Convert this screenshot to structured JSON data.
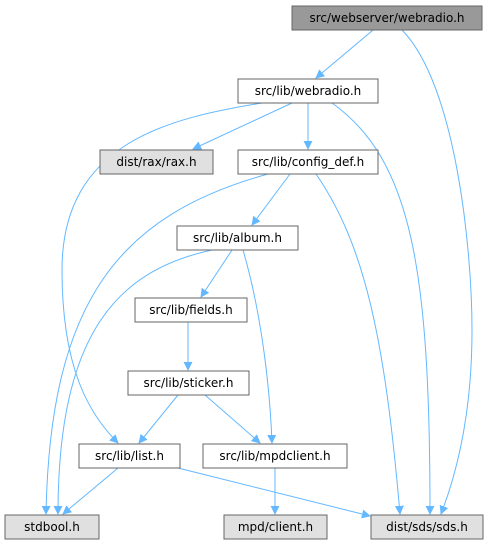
{
  "diagram": {
    "type": "include-dependency-graph",
    "colors": {
      "root_fill": "#999999",
      "internal_fill": "#ffffff",
      "external_fill": "#e0e0e0",
      "border": "#666666",
      "edge": "#63b8ff"
    },
    "nodes": [
      {
        "id": "webserver_webradio",
        "label": "src/webserver/webradio.h",
        "kind": "root"
      },
      {
        "id": "lib_webradio",
        "label": "src/lib/webradio.h",
        "kind": "internal"
      },
      {
        "id": "rax",
        "label": "dist/rax/rax.h",
        "kind": "external"
      },
      {
        "id": "config_def",
        "label": "src/lib/config_def.h",
        "kind": "internal"
      },
      {
        "id": "album",
        "label": "src/lib/album.h",
        "kind": "internal"
      },
      {
        "id": "fields",
        "label": "src/lib/fields.h",
        "kind": "internal"
      },
      {
        "id": "sticker",
        "label": "src/lib/sticker.h",
        "kind": "internal"
      },
      {
        "id": "list",
        "label": "src/lib/list.h",
        "kind": "internal"
      },
      {
        "id": "mpdclient",
        "label": "src/lib/mpdclient.h",
        "kind": "internal"
      },
      {
        "id": "stdbool",
        "label": "stdbool.h",
        "kind": "external"
      },
      {
        "id": "mpd_client",
        "label": "mpd/client.h",
        "kind": "external"
      },
      {
        "id": "sds",
        "label": "dist/sds/sds.h",
        "kind": "external"
      }
    ],
    "edges": [
      {
        "from": "webserver_webradio",
        "to": "lib_webradio"
      },
      {
        "from": "webserver_webradio",
        "to": "sds"
      },
      {
        "from": "lib_webradio",
        "to": "rax"
      },
      {
        "from": "lib_webradio",
        "to": "config_def"
      },
      {
        "from": "lib_webradio",
        "to": "list"
      },
      {
        "from": "lib_webradio",
        "to": "sds"
      },
      {
        "from": "config_def",
        "to": "album"
      },
      {
        "from": "config_def",
        "to": "stdbool"
      },
      {
        "from": "config_def",
        "to": "sds"
      },
      {
        "from": "album",
        "to": "fields"
      },
      {
        "from": "album",
        "to": "mpdclient"
      },
      {
        "from": "album",
        "to": "stdbool"
      },
      {
        "from": "fields",
        "to": "sticker"
      },
      {
        "from": "sticker",
        "to": "list"
      },
      {
        "from": "sticker",
        "to": "mpdclient"
      },
      {
        "from": "list",
        "to": "stdbool"
      },
      {
        "from": "list",
        "to": "sds"
      },
      {
        "from": "mpdclient",
        "to": "mpd_client"
      }
    ]
  }
}
